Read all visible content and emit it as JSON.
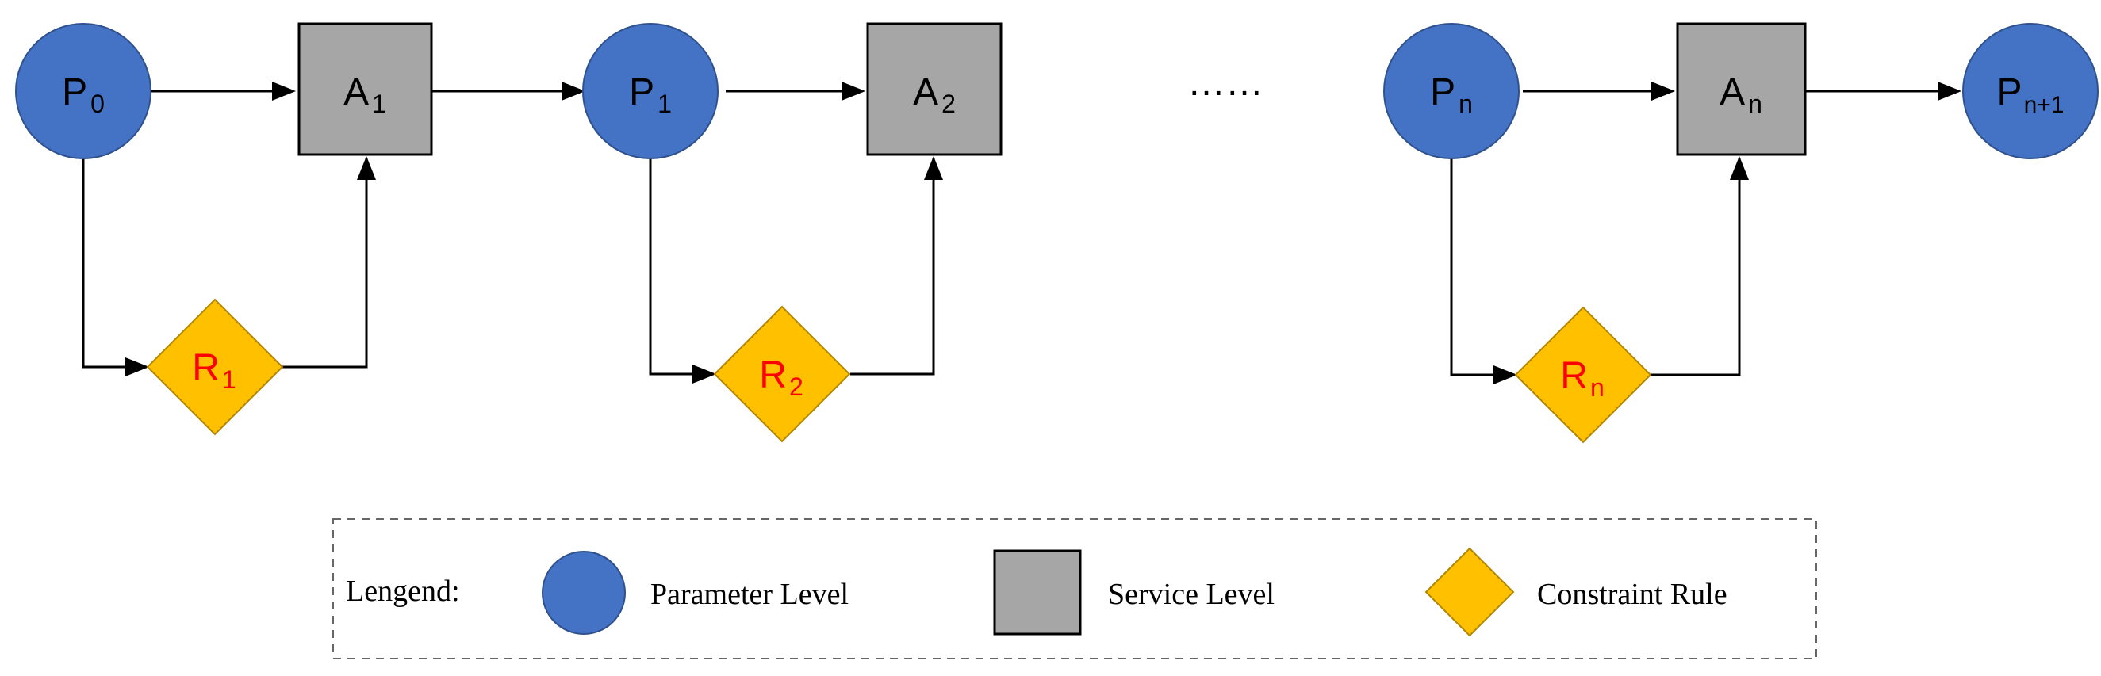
{
  "colors": {
    "parameter": "#4472C4",
    "parameter_stroke": "#2F528F",
    "service": "#A6A6A6",
    "service_stroke": "#000000",
    "rule": "#FFC000",
    "rule_stroke": "#B38600",
    "rule_text": "#FF0000",
    "node_text": "#000000",
    "edge": "#000000"
  },
  "parameters": [
    {
      "base": "P",
      "sub": "0"
    },
    {
      "base": "P",
      "sub": "1"
    },
    {
      "base": "P",
      "sub": "n"
    },
    {
      "base": "P",
      "sub": "n+1"
    }
  ],
  "services": [
    {
      "base": "A",
      "sub": "1"
    },
    {
      "base": "A",
      "sub": "2"
    },
    {
      "base": "A",
      "sub": "n"
    }
  ],
  "rules": [
    {
      "base": "R",
      "sub": "1"
    },
    {
      "base": "R",
      "sub": "2"
    },
    {
      "base": "R",
      "sub": "n"
    }
  ],
  "ellipsis": "……",
  "legend": {
    "title": "Lengend:",
    "parameter_label": "Parameter Level",
    "service_label": "Service Level",
    "rule_label": "Constraint Rule"
  }
}
